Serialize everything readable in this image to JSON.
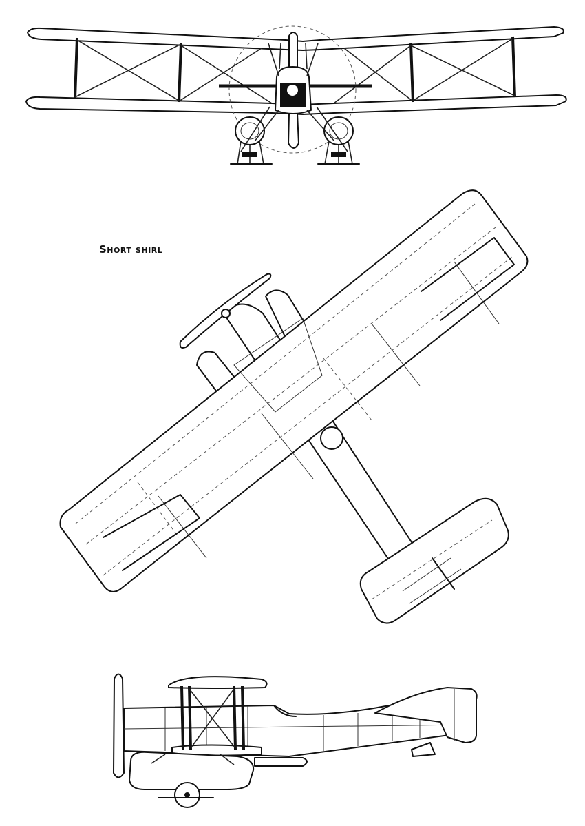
{
  "title": "Short shirl",
  "views": [
    "front-view",
    "plan-view",
    "side-view"
  ]
}
